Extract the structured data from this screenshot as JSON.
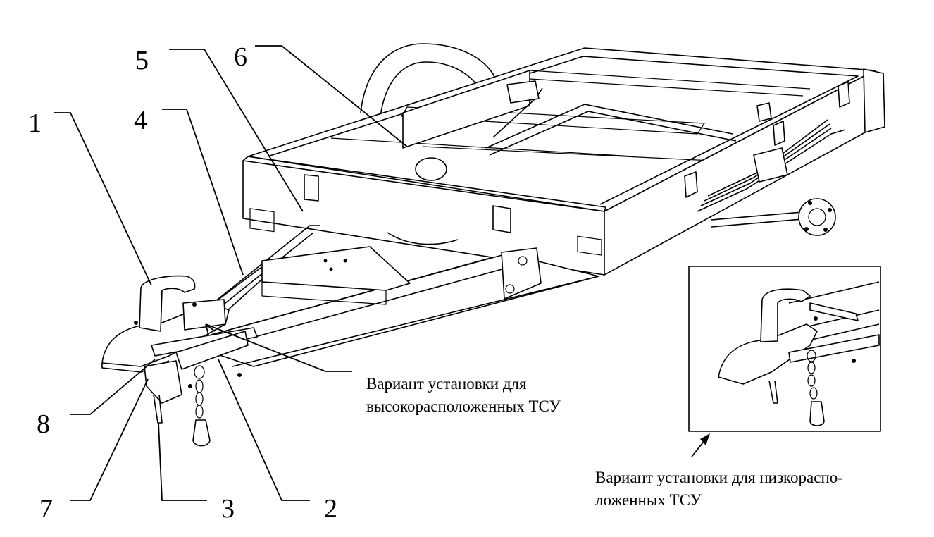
{
  "callouts": [
    {
      "id": "1",
      "label": "1"
    },
    {
      "id": "2",
      "label": "2"
    },
    {
      "id": "3",
      "label": "3"
    },
    {
      "id": "4",
      "label": "4"
    },
    {
      "id": "5",
      "label": "5"
    },
    {
      "id": "6",
      "label": "6"
    },
    {
      "id": "7",
      "label": "7"
    },
    {
      "id": "8",
      "label": "8"
    }
  ],
  "captions": {
    "high": {
      "line1": "Вариант установки для",
      "line2": "высокорасположенных ТСУ"
    },
    "low": {
      "line1": "Вариант установки для низкораспо-",
      "line2": "ложенных ТСУ"
    }
  }
}
